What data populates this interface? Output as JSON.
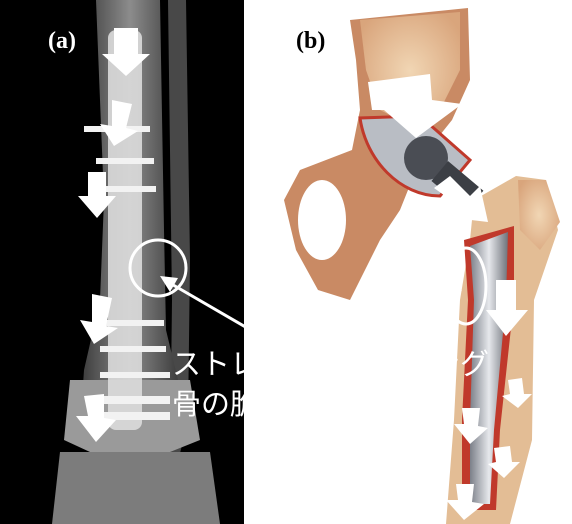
{
  "panels": {
    "a": {
      "label": "(a)",
      "label_color": "#ffffff",
      "background": "#000000"
    },
    "b": {
      "label": "(b)",
      "label_color": "#000000",
      "background": "#ffffff"
    }
  },
  "caption": {
    "line1": "ストレスシールディング",
    "line2": "骨の脆弱化・骨吸収",
    "color": "#ffffff"
  },
  "colors": {
    "arrow": "#ffffff",
    "bone": "#c98a64",
    "bone_highlight": "#e3bd95",
    "implant": "#b9bdc4",
    "cortex_red": "#c0392b"
  }
}
